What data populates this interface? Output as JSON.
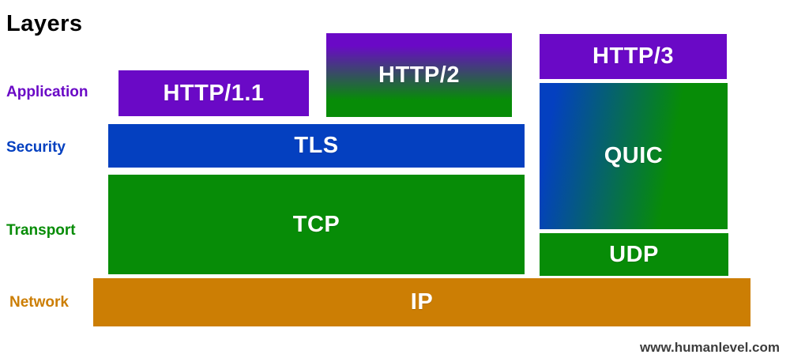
{
  "title": "Layers",
  "rows": [
    {
      "label": "Application",
      "color": "#6a09c6"
    },
    {
      "label": "Security",
      "color": "#0440c0"
    },
    {
      "label": "Transport",
      "color": "#078c07"
    },
    {
      "label": "Network",
      "color": "#cc7e04"
    }
  ],
  "boxes": [
    {
      "label": "HTTP/1.1",
      "layer": "Application",
      "fill": "#6a09c6"
    },
    {
      "label": "HTTP/2",
      "layer": "Application+Security+Transport",
      "fill": "gradient-vertical #6a09c6 to #078c07"
    },
    {
      "label": "HTTP/3",
      "layer": "Application",
      "fill": "#6a09c6"
    },
    {
      "label": "TLS",
      "layer": "Security",
      "fill": "#0440c0"
    },
    {
      "label": "QUIC",
      "layer": "Security+Transport",
      "fill": "gradient-horizontal #0440c0 to #078c07"
    },
    {
      "label": "TCP",
      "layer": "Transport",
      "fill": "#078c07"
    },
    {
      "label": "UDP",
      "layer": "Transport",
      "fill": "#078c07"
    },
    {
      "label": "IP",
      "layer": "Network",
      "fill": "#cc7e04"
    }
  ],
  "watermark": "www.humanlevel.com",
  "palette": {
    "purple": "#6a09c6",
    "blue": "#0440c0",
    "green": "#078c07",
    "orange": "#cc7e04",
    "box_text": "#ffffff",
    "title_text": "#000000",
    "watermark_text": "#3d3d3d"
  }
}
